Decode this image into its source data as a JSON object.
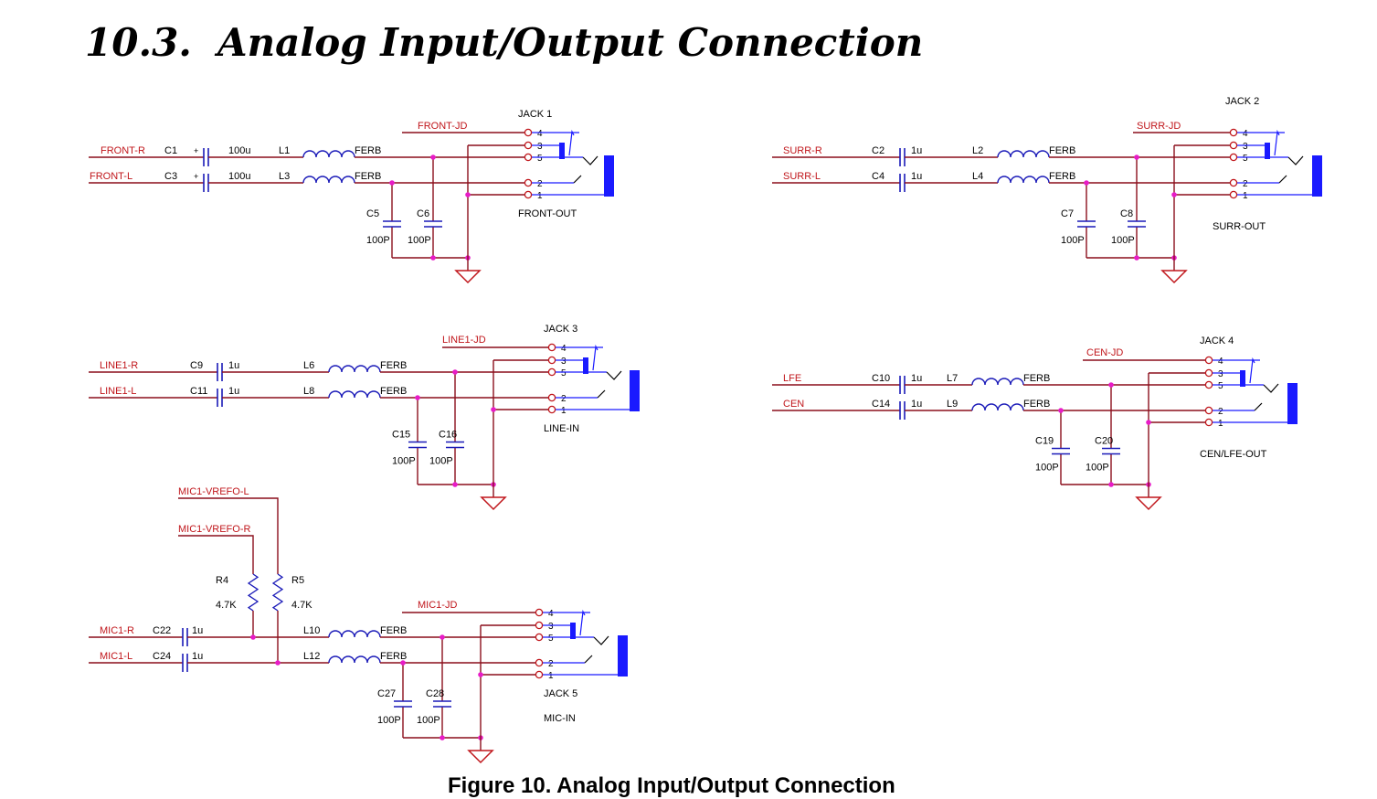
{
  "heading": {
    "number": "10.3.",
    "text": "Analog Input/Output Connection"
  },
  "caption": "Figure 10.   Analog Input/Output Connection",
  "colors": {
    "wire": "#8b0f1c",
    "label": "#c0161b",
    "junction": "#e81cc8",
    "connector": "#1a1aff",
    "inductor": "#1a1ab8",
    "ground": "#c0161b",
    "text": "#000000"
  },
  "modules": [
    {
      "id": "front",
      "jd": "FRONT-JD",
      "jack": "JACK 1",
      "out": "FRONT-OUT",
      "r": {
        "net": "FRONT-R",
        "cap": "C1",
        "val": "100u",
        "ind": "L1"
      },
      "l": {
        "net": "FRONT-L",
        "cap": "C3",
        "val": "100u",
        "ind": "L3"
      },
      "ferb": "FERB",
      "fa": {
        "name": "C5",
        "val": "100P"
      },
      "fb": {
        "name": "C6",
        "val": "100P"
      },
      "pins": [
        "4",
        "3",
        "5",
        "2",
        "1"
      ]
    },
    {
      "id": "surr",
      "jd": "SURR-JD",
      "jack": "JACK 2",
      "out": "SURR-OUT",
      "r": {
        "net": "SURR-R",
        "cap": "C2",
        "val": "1u",
        "ind": "L2"
      },
      "l": {
        "net": "SURR-L",
        "cap": "C4",
        "val": "1u",
        "ind": "L4"
      },
      "ferb": "FERB",
      "fa": {
        "name": "C7",
        "val": "100P"
      },
      "fb": {
        "name": "C8",
        "val": "100P"
      },
      "pins": [
        "4",
        "3",
        "5",
        "2",
        "1"
      ]
    },
    {
      "id": "line1",
      "jd": "LINE1-JD",
      "jack": "JACK 3",
      "out": "LINE-IN",
      "r": {
        "net": "LINE1-R",
        "cap": "C9",
        "val": "1u",
        "ind": "L6"
      },
      "l": {
        "net": "LINE1-L",
        "cap": "C11",
        "val": "1u",
        "ind": "L8"
      },
      "ferb": "FERB",
      "fa": {
        "name": "C15",
        "val": "100P"
      },
      "fb": {
        "name": "C16",
        "val": "100P"
      },
      "pins": [
        "4",
        "3",
        "5",
        "2",
        "1"
      ]
    },
    {
      "id": "cen",
      "jd": "CEN-JD",
      "jack": "JACK 4",
      "out": "CEN/LFE-OUT",
      "r": {
        "net": "LFE",
        "cap": "C10",
        "val": "1u",
        "ind": "L7"
      },
      "l": {
        "net": "CEN",
        "cap": "C14",
        "val": "1u",
        "ind": "L9"
      },
      "ferb": "FERB",
      "fa": {
        "name": "C19",
        "val": "100P"
      },
      "fb": {
        "name": "C20",
        "val": "100P"
      },
      "pins": [
        "4",
        "3",
        "5",
        "2",
        "1"
      ]
    },
    {
      "id": "mic1",
      "jd": "MIC1-JD",
      "jack": "JACK 5",
      "out": "MIC-IN",
      "r": {
        "net": "MIC1-R",
        "cap": "C22",
        "val": "1u",
        "ind": "L10"
      },
      "l": {
        "net": "MIC1-L",
        "cap": "C24",
        "val": "1u",
        "ind": "L12"
      },
      "ferb": "FERB",
      "fa": {
        "name": "C27",
        "val": "100P"
      },
      "fb": {
        "name": "C28",
        "val": "100P"
      },
      "pins": [
        "4",
        "3",
        "5",
        "2",
        "1"
      ]
    }
  ],
  "mic_bias": {
    "vrefo_l": "MIC1-VREFO-L",
    "vrefo_r": "MIC1-VREFO-R",
    "r4": {
      "name": "R4",
      "val": "4.7K"
    },
    "r5": {
      "name": "R5",
      "val": "4.7K"
    }
  }
}
